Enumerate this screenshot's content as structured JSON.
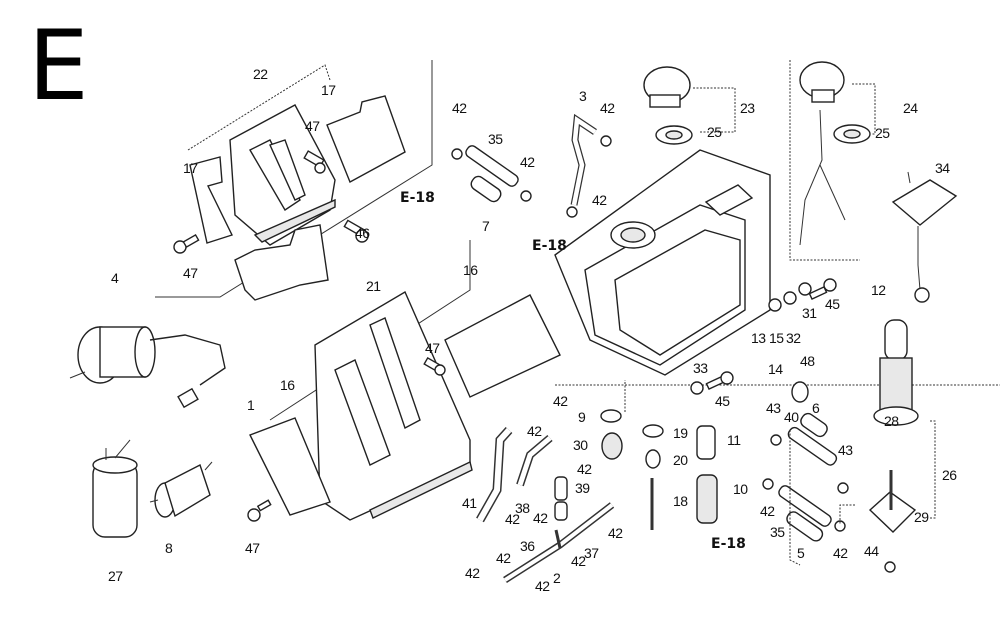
{
  "section_letter": "E",
  "references": [
    "E-18",
    "E-18",
    "E-18"
  ],
  "callouts": {
    "c22": "22",
    "c17a": "17",
    "c17b": "17",
    "c47a": "47",
    "c47b": "47",
    "c47c": "47",
    "c47d": "47",
    "c46": "46",
    "c4": "4",
    "c21": "21",
    "c16a": "16",
    "c16b": "16",
    "c1": "1",
    "c27": "27",
    "c8": "8",
    "c42a": "42",
    "c35a": "35",
    "c42b": "42",
    "c7": "7",
    "c3": "3",
    "c42c": "42",
    "c42d": "42",
    "c23": "23",
    "c25a": "25",
    "c24": "24",
    "c25b": "25",
    "c34": "34",
    "c12": "12",
    "c31": "31",
    "c45a": "45",
    "c13": "13",
    "c15": "15",
    "c32": "32",
    "c14": "14",
    "c33": "33",
    "c45b": "45",
    "c48": "48",
    "c9": "9",
    "c30": "30",
    "c42e": "42",
    "c42f": "42",
    "c42g": "42",
    "c39": "39",
    "c42h": "42",
    "c41": "41",
    "c38": "38",
    "c42i": "42",
    "c42j": "42",
    "c36": "36",
    "c42k": "42",
    "c2": "2",
    "c42l": "42",
    "c37": "37",
    "c42m": "42",
    "c42n": "42",
    "c19": "19",
    "c20": "20",
    "c11": "11",
    "c18": "18",
    "c10": "10",
    "c43a": "43",
    "c40": "40",
    "c6": "6",
    "c43b": "43",
    "c42o": "42",
    "c35b": "35",
    "c5": "5",
    "c42p": "42",
    "c28": "28",
    "c26": "26",
    "c29": "29",
    "c44": "44"
  }
}
